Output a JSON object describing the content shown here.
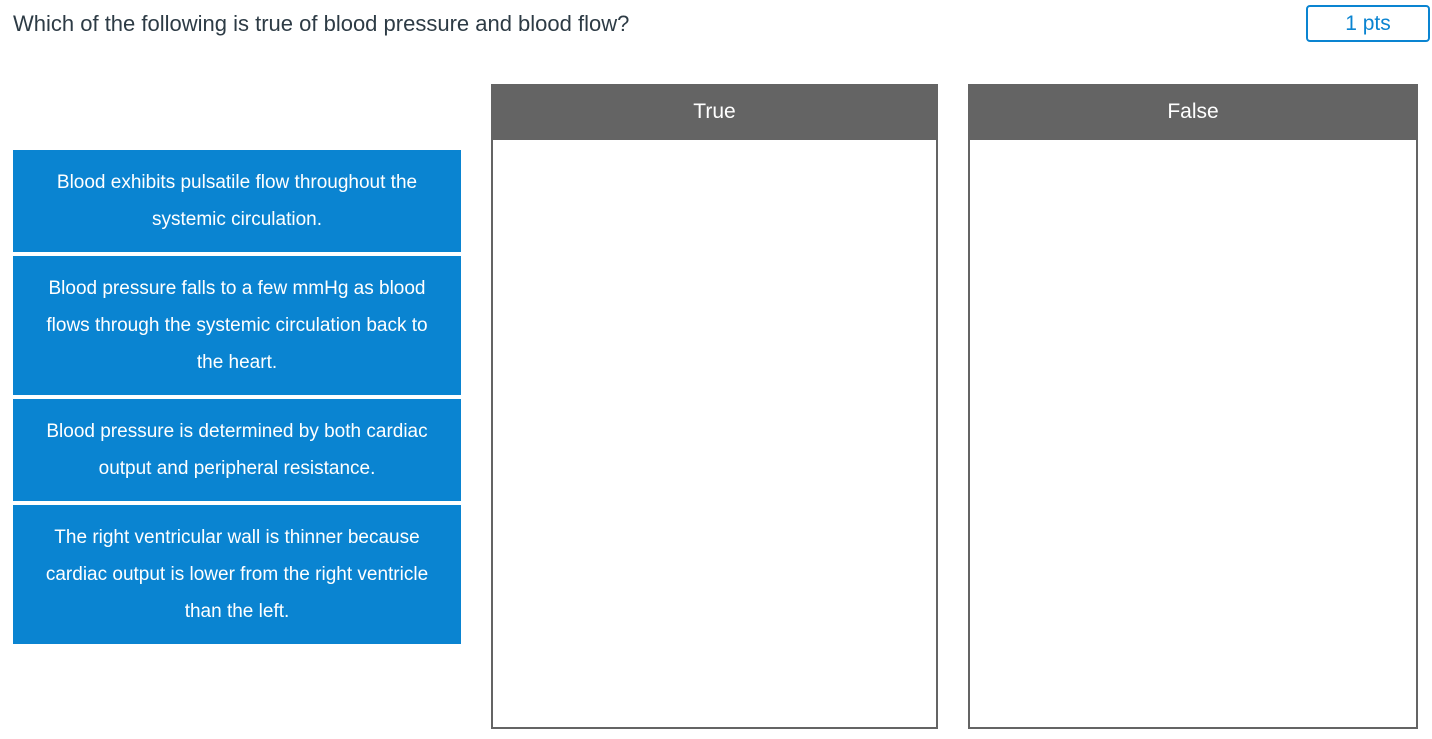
{
  "question": {
    "prompt": "Which of the following is true of blood pressure and blood flow?",
    "points_badge": "1 pts"
  },
  "answer_bank": {
    "tiles": [
      {
        "text": "Blood exhibits pulsatile flow throughout the systemic circulation."
      },
      {
        "text": "Blood pressure falls to a few mmHg as blood flows through the systemic circulation back to the heart."
      },
      {
        "text": "Blood pressure is determined by both cardiac output and peripheral resistance."
      },
      {
        "text": "The right ventricular wall is thinner because cardiac output is lower from the right ventricle than the left."
      }
    ]
  },
  "dropzones": [
    {
      "label": "True",
      "contents": []
    },
    {
      "label": "False",
      "contents": []
    }
  ],
  "colors": {
    "tile_blue": "#0a84d1",
    "header_gray": "#646464",
    "badge_blue": "#0a84d1",
    "text_dark": "#2d3b45",
    "page_background": "#ffffff"
  }
}
